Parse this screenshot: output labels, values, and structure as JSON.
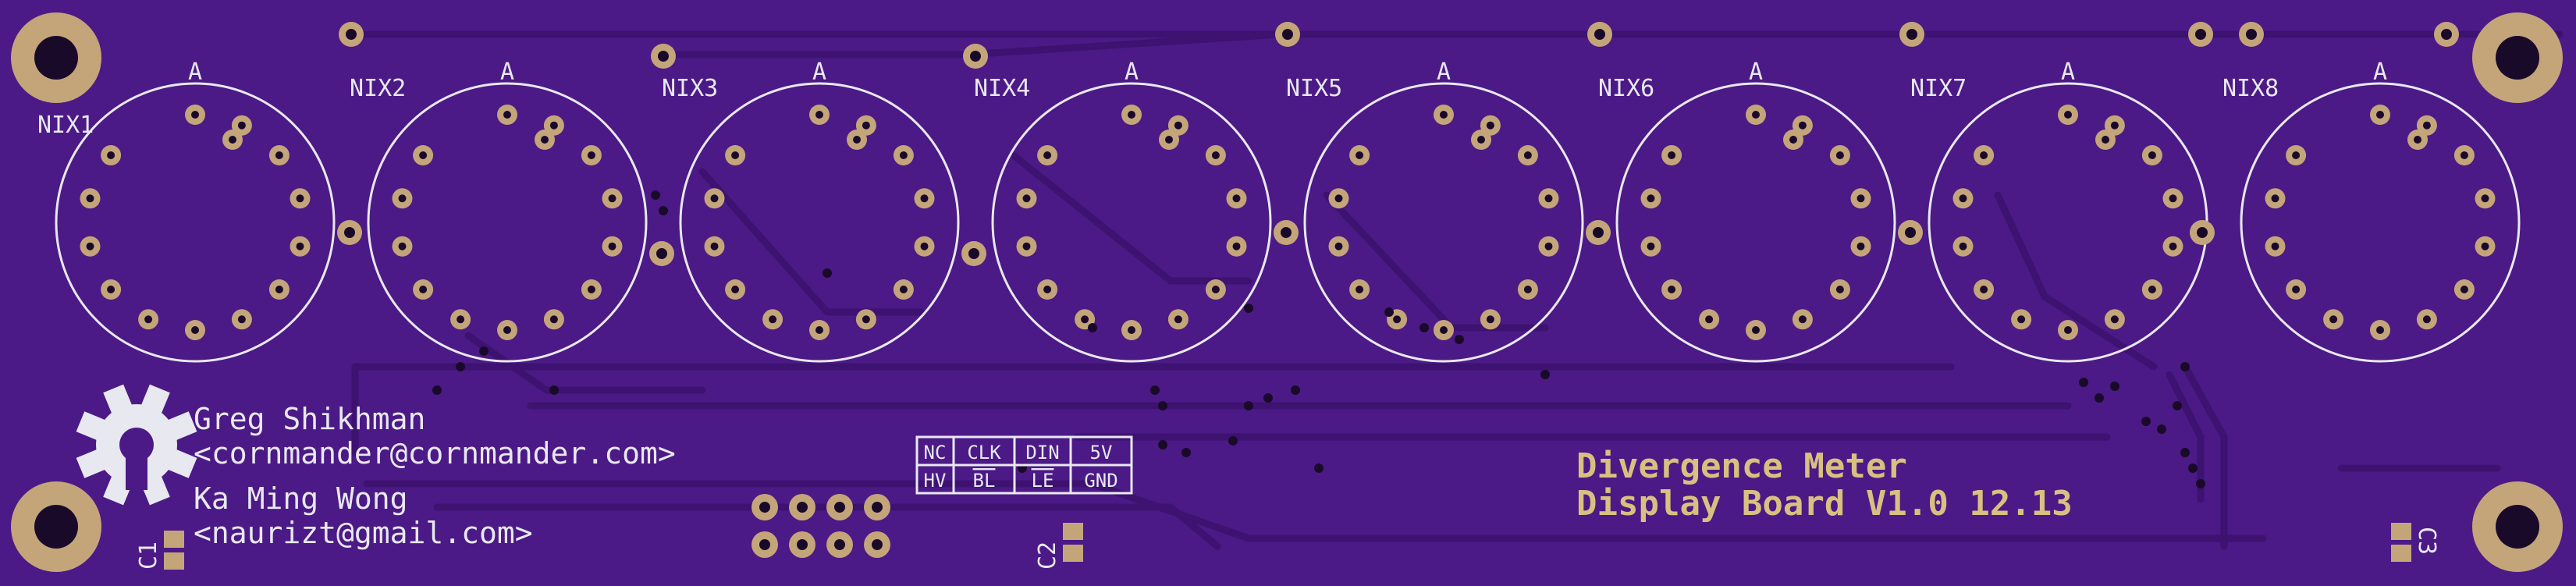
{
  "colors": {
    "board": "#4b1a86",
    "trace": "#3d1270",
    "silkscreen": "#e8e8f0",
    "copper_pad": "#c4a57a",
    "gold_text": "#d8c080",
    "drill": "#1a0a2a"
  },
  "tubes": [
    {
      "designator": "NIX1",
      "anode": "A"
    },
    {
      "designator": "NIX2",
      "anode": "A"
    },
    {
      "designator": "NIX3",
      "anode": "A"
    },
    {
      "designator": "NIX4",
      "anode": "A"
    },
    {
      "designator": "NIX5",
      "anode": "A"
    },
    {
      "designator": "NIX6",
      "anode": "A"
    },
    {
      "designator": "NIX7",
      "anode": "A"
    },
    {
      "designator": "NIX8",
      "anode": "A"
    }
  ],
  "credits": {
    "author1_name": "Greg Shikhman",
    "author1_email": "<cornmander@cornmander.com>",
    "author2_name": "Ka Ming Wong",
    "author2_email": "<naurizt@gmail.com>"
  },
  "header_table": {
    "row1": [
      "NC",
      "CLK",
      "DIN",
      "5V"
    ],
    "row2": [
      "HV",
      "BL",
      "LE",
      "GND"
    ]
  },
  "capacitors": {
    "c1": "C1",
    "c2": "C2",
    "c3": "C3"
  },
  "title": {
    "line1": "Divergence Meter",
    "line2": "Display Board V1.0 12.13"
  },
  "icons": {
    "logo": "open-source-hardware-gear-icon"
  }
}
